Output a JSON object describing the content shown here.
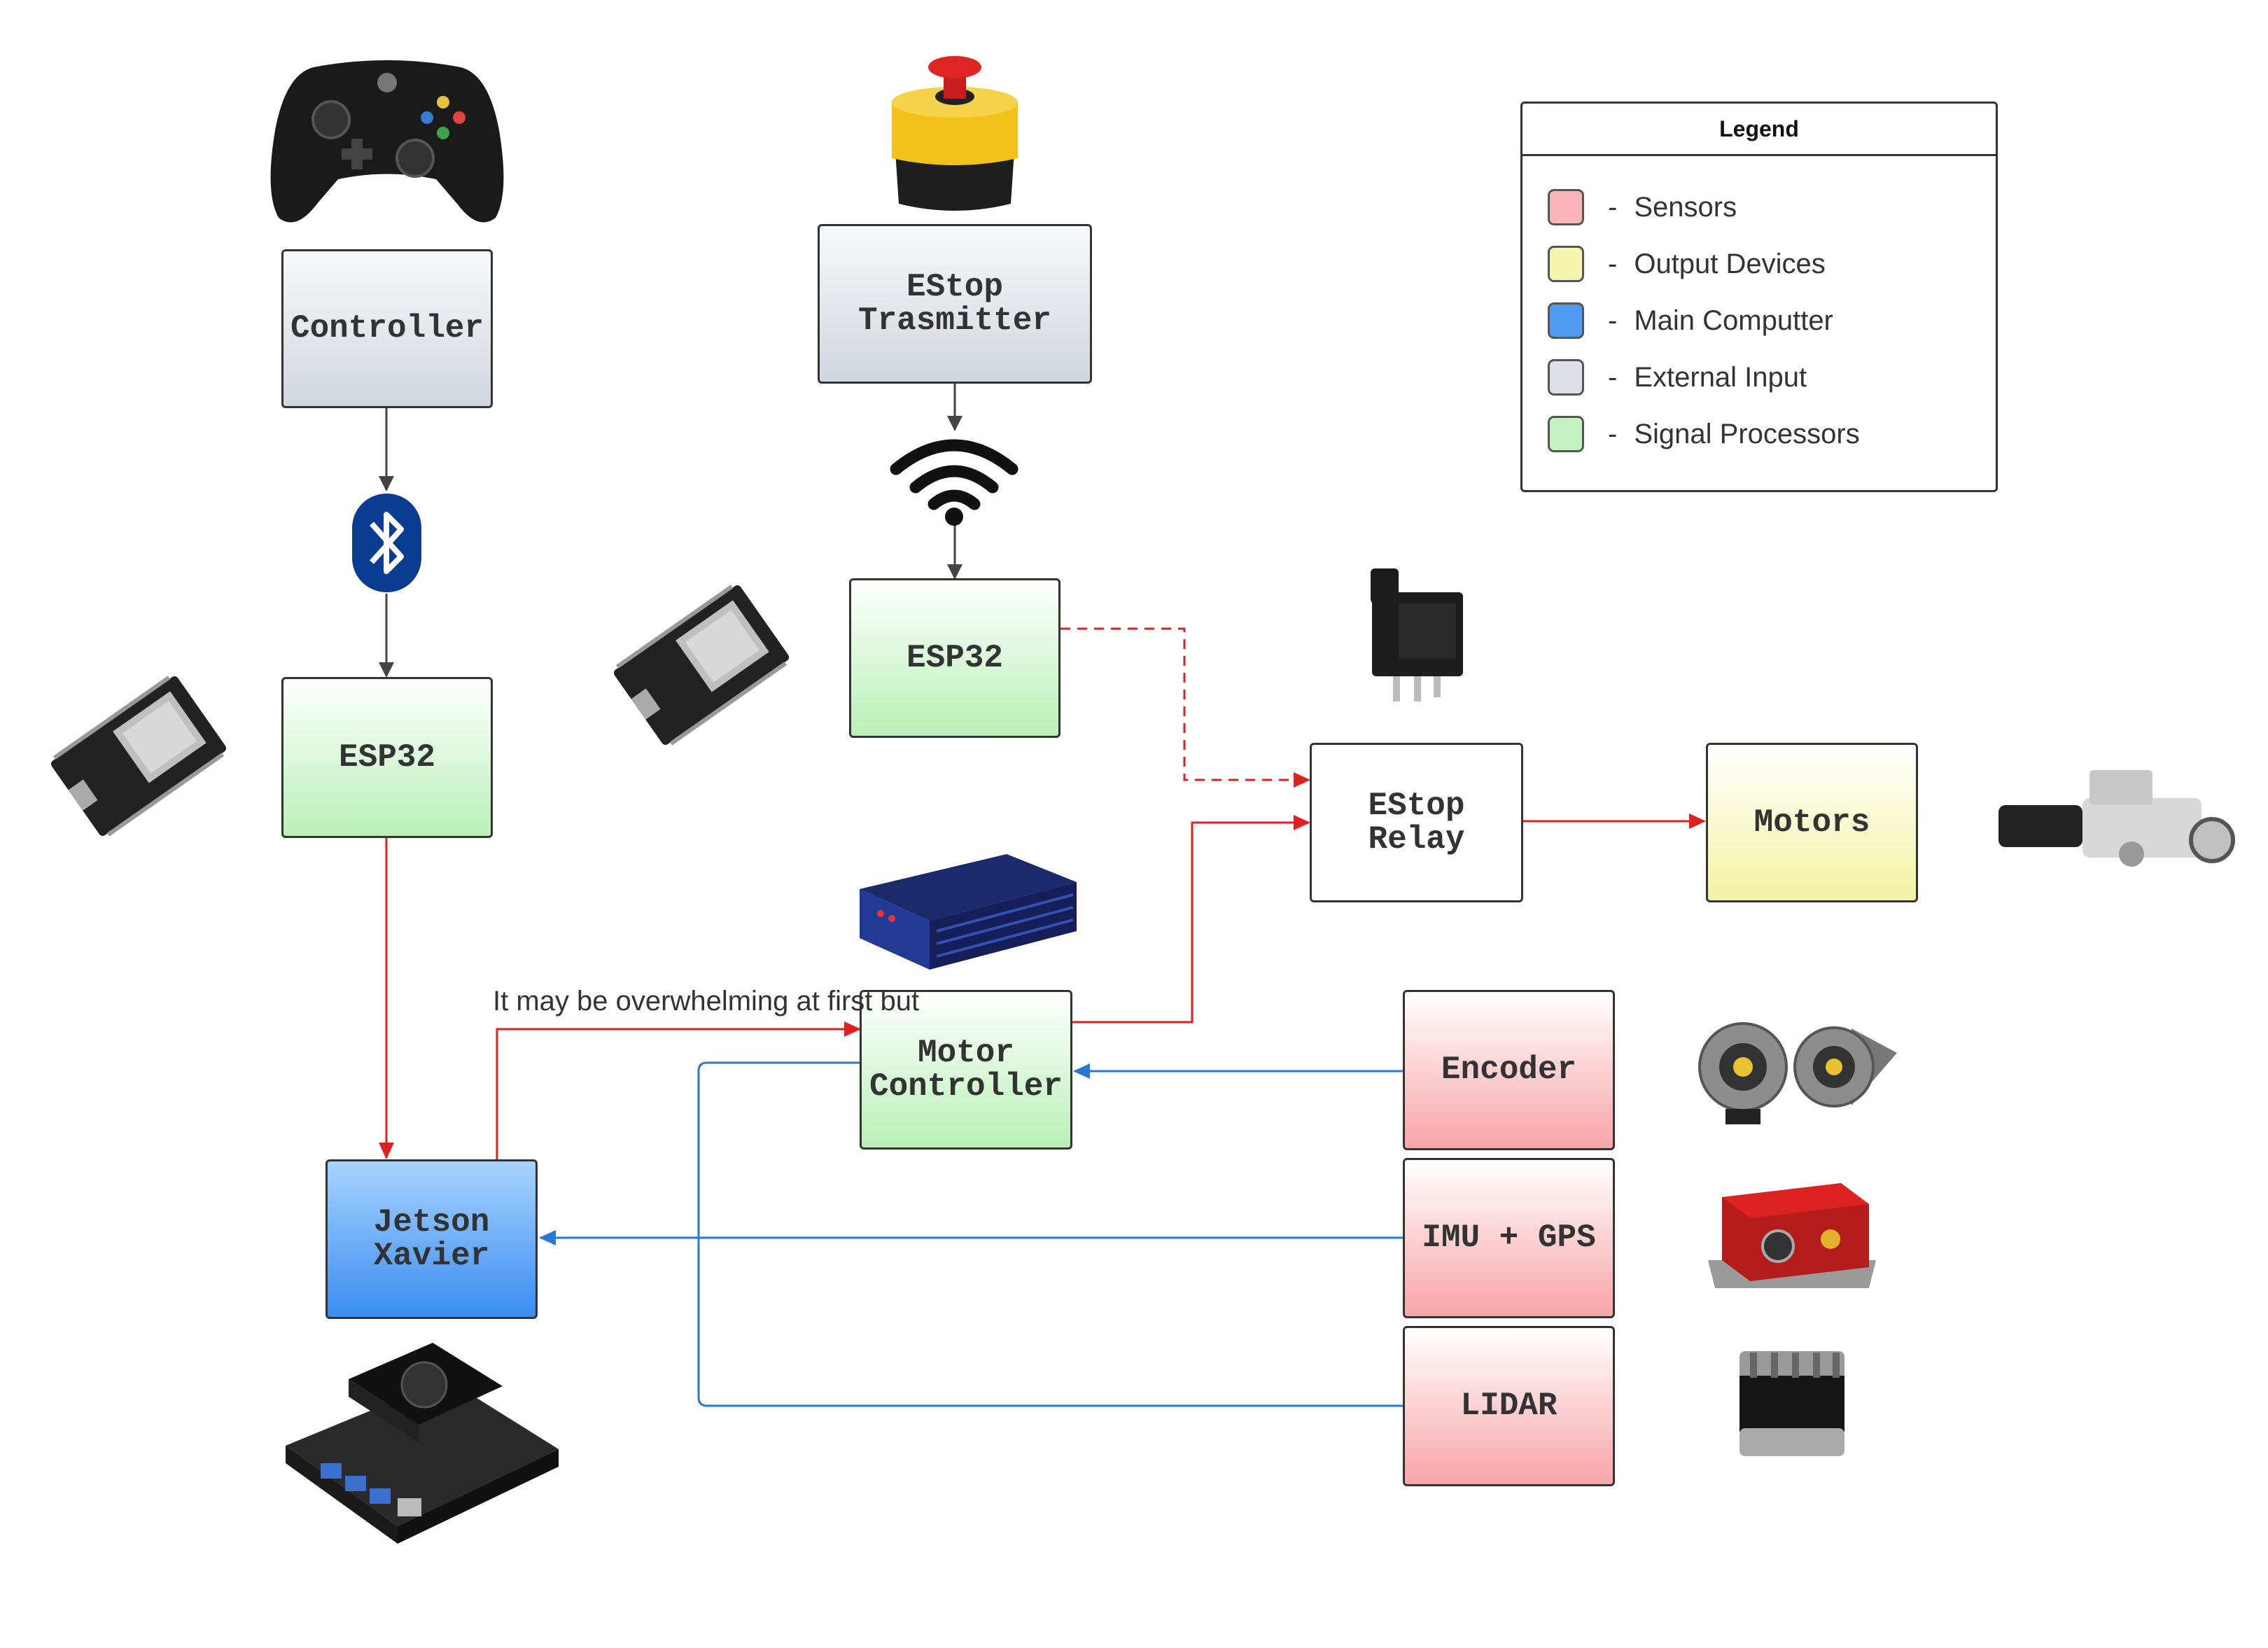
{
  "nodes": {
    "controller": "Controller",
    "estop_transmitter": "EStop\nTrasmitter",
    "esp32_left": "ESP32",
    "esp32_right": "ESP32",
    "estop_relay": "EStop\nRelay",
    "motors": "Motors",
    "motor_controller": "Motor\nController",
    "encoder": "Encoder",
    "imu_gps": "IMU + GPS",
    "lidar": "LIDAR",
    "jetson": "Jetson\nXavier"
  },
  "annotation": "It may be overwhelming at first but",
  "legend": {
    "title": "Legend",
    "items": [
      {
        "dash": "-",
        "label": "Sensors",
        "color": "#f8b4b6"
      },
      {
        "dash": "-",
        "label": "Output Devices",
        "color": "#f6f5b0"
      },
      {
        "dash": "-",
        "label": "Main Computter",
        "color": "#4f9af2"
      },
      {
        "dash": "-",
        "label": "External Input",
        "color": "#dde1e6"
      },
      {
        "dash": "-",
        "label": "Signal Processors",
        "color": "#c6f2c3"
      }
    ]
  },
  "colors": {
    "red_line": "#e02020",
    "blue_line": "#2a78d6",
    "gray_line": "#444444"
  },
  "icons": [
    "gamepad-icon",
    "estop-button-icon",
    "bluetooth-icon",
    "wifi-icon",
    "esp32-board-icon",
    "relay-icon",
    "motor-controller-device-icon",
    "linear-actuator-icon",
    "encoder-device-icon",
    "imu-device-icon",
    "lidar-device-icon",
    "jetson-board-icon"
  ]
}
